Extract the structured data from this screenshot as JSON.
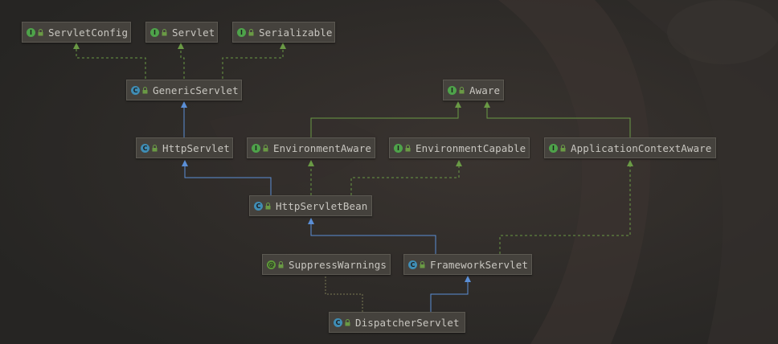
{
  "nodes": [
    {
      "id": "servletconfig",
      "label": "ServletConfig",
      "kind": "interface",
      "badge": "I"
    },
    {
      "id": "servlet",
      "label": "Servlet",
      "kind": "interface",
      "badge": "I"
    },
    {
      "id": "serializable",
      "label": "Serializable",
      "kind": "interface",
      "badge": "I"
    },
    {
      "id": "genericservlet",
      "label": "GenericServlet",
      "kind": "abstract-class",
      "badge": "C"
    },
    {
      "id": "aware",
      "label": "Aware",
      "kind": "interface",
      "badge": "I"
    },
    {
      "id": "httpservlet",
      "label": "HttpServlet",
      "kind": "abstract-class",
      "badge": "C"
    },
    {
      "id": "environmentaware",
      "label": "EnvironmentAware",
      "kind": "interface",
      "badge": "I"
    },
    {
      "id": "environmentcapable",
      "label": "EnvironmentCapable",
      "kind": "interface",
      "badge": "I"
    },
    {
      "id": "applicationcontextaware",
      "label": "ApplicationContextAware",
      "kind": "interface",
      "badge": "I"
    },
    {
      "id": "httpservletbean",
      "label": "HttpServletBean",
      "kind": "abstract-class",
      "badge": "C"
    },
    {
      "id": "suppresswarnings",
      "label": "SuppressWarnings",
      "kind": "annotation",
      "badge": "@"
    },
    {
      "id": "frameworkservlet",
      "label": "FrameworkServlet",
      "kind": "abstract-class",
      "badge": "C"
    },
    {
      "id": "dispatcherservlet",
      "label": "DispatcherServlet",
      "kind": "class",
      "badge": "C"
    }
  ],
  "edges": [
    {
      "from": "genericservlet",
      "to": "servletconfig",
      "type": "implements"
    },
    {
      "from": "genericservlet",
      "to": "servlet",
      "type": "implements"
    },
    {
      "from": "genericservlet",
      "to": "serializable",
      "type": "implements"
    },
    {
      "from": "httpservlet",
      "to": "genericservlet",
      "type": "extends"
    },
    {
      "from": "environmentaware",
      "to": "aware",
      "type": "interface-extends"
    },
    {
      "from": "applicationcontextaware",
      "to": "aware",
      "type": "interface-extends"
    },
    {
      "from": "httpservletbean",
      "to": "httpservlet",
      "type": "extends"
    },
    {
      "from": "httpservletbean",
      "to": "environmentaware",
      "type": "implements"
    },
    {
      "from": "httpservletbean",
      "to": "environmentcapable",
      "type": "implements"
    },
    {
      "from": "frameworkservlet",
      "to": "httpservletbean",
      "type": "extends"
    },
    {
      "from": "frameworkservlet",
      "to": "applicationcontextaware",
      "type": "implements"
    },
    {
      "from": "dispatcherservlet",
      "to": "frameworkservlet",
      "type": "extends"
    },
    {
      "from": "dispatcherservlet",
      "to": "suppresswarnings",
      "type": "annotated-with"
    }
  ],
  "colors": {
    "background": "#2b2a28",
    "node_fill": "#45423d",
    "node_border": "#5c5952",
    "label_text": "#c8c6c0",
    "extends_line": "#5b8fd6",
    "implements_line": "#6a9a45",
    "annotation_line": "#7a7a55",
    "interface_badge": "#4ea34a",
    "class_badge": "#3f8db5"
  }
}
